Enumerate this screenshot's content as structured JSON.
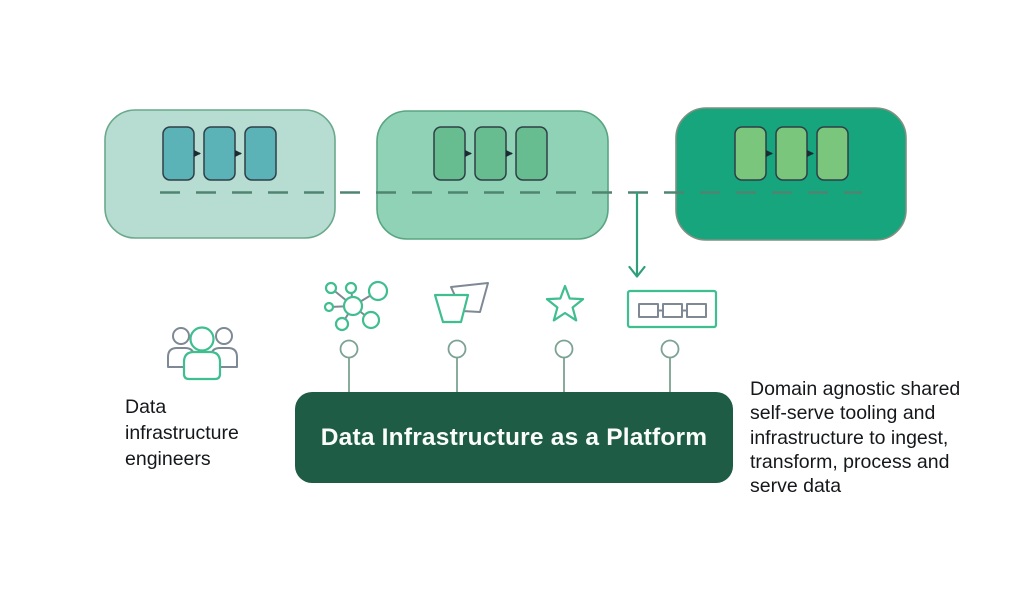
{
  "colors": {
    "box1-fill": "#b7dcd1",
    "box1-stroke": "#6aa98c",
    "node1-fill": "#5bb3b8",
    "box2-fill": "#90d2b6",
    "box2-stroke": "#58a581",
    "node2-fill": "#68bd90",
    "box3-fill": "#16a57d",
    "box3-stroke": "#7f9181",
    "node3-fill": "#7ac67c",
    "node-stroke": "#2f3f47",
    "arrow-black": "#1c2a33",
    "dash": "#4f8570",
    "arrow-green": "#2f9e7b",
    "connector": "#7ca292",
    "platform-bg": "#1e5c45",
    "platform-text": "#fafdfa",
    "icon-green": "#3fbe8f",
    "icon-gray": "#7e8995",
    "text": "#15181b"
  },
  "diagram": {
    "domain_pipelines": [
      {
        "name": "domain-pipeline-1",
        "nodes": 3
      },
      {
        "name": "domain-pipeline-2",
        "nodes": 3
      },
      {
        "name": "domain-pipeline-3",
        "nodes": 3
      }
    ],
    "platform_capability_icons": [
      "network-icon",
      "transform-icon",
      "star-icon",
      "pipeline-icon"
    ],
    "actor_icon": "team-icon"
  },
  "platform": {
    "label": "Data Infrastructure as a Platform"
  },
  "captions": {
    "left": {
      "lines": [
        "Data",
        "infrastructure",
        "engineers"
      ]
    },
    "right": {
      "lines": [
        "Domain agnostic shared",
        "self-serve tooling and",
        "infrastructure to ingest,",
        "transform, process and",
        "serve data"
      ]
    }
  }
}
